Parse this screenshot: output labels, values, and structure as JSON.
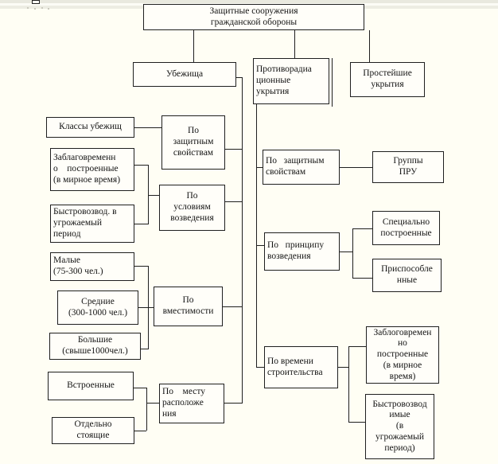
{
  "page": {
    "background_color": "#fffef4",
    "top_strip_color": "#e9e9df",
    "line_color": "#1f1f1f"
  },
  "diagram": {
    "title": "Защитные сооружения гражданской обороны",
    "nodes": {
      "root": {
        "label": "Защитные сооружения\nгражданской обороны"
      },
      "shelters": {
        "label": "Убежища"
      },
      "radiation_shelters": {
        "label": "Противорадиа\nционные\nукрытия"
      },
      "simple_shelters": {
        "label": "Простейшие\nукрытия"
      },
      "shelter_classes": {
        "label": "Классы убежищ"
      },
      "shelters_by_protection": {
        "label": "По\nзащитным\nсвойствам"
      },
      "built_in_advance_left": {
        "label": "Заблаговременн\nо    построенные\n(в мирное время)"
      },
      "fast_built_left": {
        "label": "Быстровозвод. в\nугрожаемый\nпериод"
      },
      "shelters_by_construction_conditions": {
        "label": "По\nусловиям\nвозведения"
      },
      "small": {
        "label": "Малые\n(75-300 чел.)"
      },
      "medium": {
        "label": "Средние\n(300-1000 чел.)"
      },
      "large": {
        "label": "Большие\n(свыше1000чел.)"
      },
      "shelters_by_capacity": {
        "label": "По\nвместимости"
      },
      "built_in": {
        "label": "Встроенные"
      },
      "stand_alone": {
        "label": "Отдельно\nстоящие"
      },
      "shelters_by_location": {
        "label": "По    месту\nрасположе\nния"
      },
      "pru_by_protection": {
        "label": "По   защитным\nсвойствам"
      },
      "pru_groups": {
        "label": "Группы\nПРУ"
      },
      "pru_by_construction_principle": {
        "label": "По   принципу\nвозведения"
      },
      "specially_built": {
        "label": "Специально\nпостроенные"
      },
      "adapted": {
        "label": "Приспособле\nнные"
      },
      "pru_by_construction_time": {
        "label": "По времени\nстроительства"
      },
      "built_in_advance_right": {
        "label": "Заблоговремен\nно\nпостроенные\n(в мирное\nвремя)"
      },
      "fast_built_right": {
        "label": "Быстровозвод\nимые\n(в\nугрожаемый\nпериод)"
      }
    }
  }
}
